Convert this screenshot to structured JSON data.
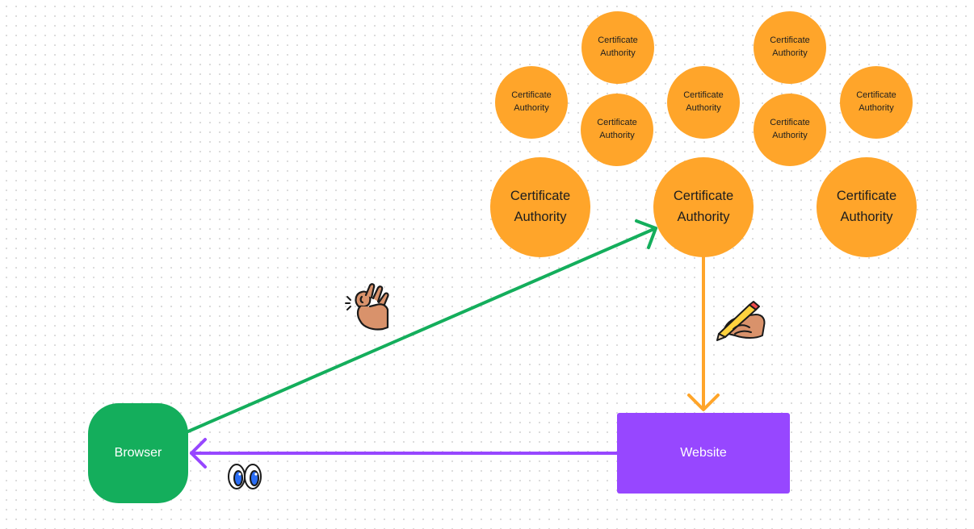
{
  "diagram": {
    "certificate_authorities": [
      {
        "id": "ca-1",
        "label": "Certificate Authority",
        "size": "small"
      },
      {
        "id": "ca-2",
        "label": "Certificate Authority",
        "size": "small"
      },
      {
        "id": "ca-3",
        "label": "Certificate Authority",
        "size": "small"
      },
      {
        "id": "ca-4",
        "label": "Certificate Authority",
        "size": "small"
      },
      {
        "id": "ca-5",
        "label": "Certificate Authority",
        "size": "small"
      },
      {
        "id": "ca-6",
        "label": "Certificate Authority",
        "size": "small"
      },
      {
        "id": "ca-7",
        "label": "Certificate Authority",
        "size": "small"
      },
      {
        "id": "ca-8",
        "label": "Certificate Authority",
        "size": "big"
      },
      {
        "id": "ca-9",
        "label": "Certificate Authority",
        "size": "big"
      },
      {
        "id": "ca-10",
        "label": "Certificate Authority",
        "size": "big"
      }
    ],
    "browser": {
      "label": "Browser"
    },
    "website": {
      "label": "Website"
    },
    "edges": [
      {
        "from": "browser",
        "to": "ca-9",
        "color": "#14ae5c",
        "icon": "ok-hand-icon"
      },
      {
        "from": "ca-9",
        "to": "website",
        "color": "#ffa52a",
        "icon": "writing-hand-icon"
      },
      {
        "from": "website",
        "to": "browser",
        "color": "#9747ff",
        "icon": "eyes-icon"
      }
    ],
    "colors": {
      "certificate_authority": "#ffa52a",
      "browser": "#14ae5c",
      "website": "#9747ff",
      "skin": "#d9926b"
    }
  }
}
